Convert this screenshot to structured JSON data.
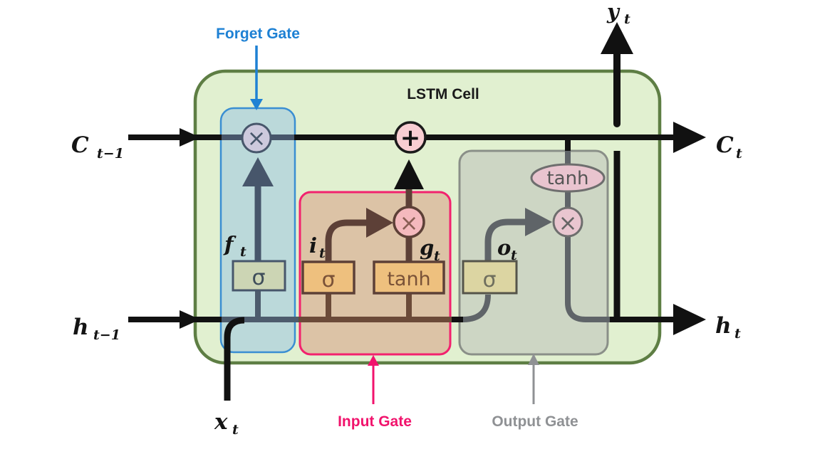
{
  "diagram": {
    "title": "LSTM Cell",
    "annotations": {
      "forget_gate": {
        "label": "Forget Gate",
        "color": "#1e81d4"
      },
      "input_gate": {
        "label": "Input Gate",
        "color": "#f1136c"
      },
      "output_gate": {
        "label": "Output Gate",
        "color": "#8f9194"
      }
    },
    "signals": {
      "cell_prev": {
        "base": "C",
        "sub": "t−1"
      },
      "hidden_prev": {
        "base": "h",
        "sub": "t−1"
      },
      "input_x": {
        "base": "x",
        "sub": "t"
      },
      "output_y": {
        "base": "y",
        "sub": "t"
      },
      "cell_next": {
        "base": "C",
        "sub": "t"
      },
      "hidden_next": {
        "base": "h",
        "sub": "t"
      },
      "forget_f": {
        "base": "f",
        "sub": "t"
      },
      "input_i": {
        "base": "i",
        "sub": "t"
      },
      "candidate_g": {
        "base": "g",
        "sub": "t"
      },
      "output_o": {
        "base": "o",
        "sub": "t"
      }
    },
    "operators": {
      "sigma": "σ",
      "tanh": "tanh",
      "multiply": "×",
      "add": "+"
    },
    "colors": {
      "cell_fill": "#e1f0d0",
      "cell_border": "#5e7e44",
      "forget_box_fill": "#b7d7da",
      "forget_box_border": "#3a8ed2",
      "input_box_fill": "#dcc3a6",
      "input_box_border": "#f2226e",
      "output_box_fill": "#cdd6c4",
      "output_box_border": "#8a8f88",
      "forget_accent": "#47566b",
      "input_accent": "#5d4037",
      "output_accent": "#5f6468",
      "line_black": "#111111",
      "sigma_forget_fill": "#ccd5b4",
      "sigma_input_fill": "#eec07e",
      "sigma_output_fill": "#dcd5a2",
      "mul_forget_fill": "#cdc9dd",
      "mul_input_fill": "#f4b9bd",
      "mul_output_fill": "#e9c6d0",
      "add_fill": "#f8cdd2",
      "tanh_ellipse_fill": "#e9c4cf"
    }
  }
}
